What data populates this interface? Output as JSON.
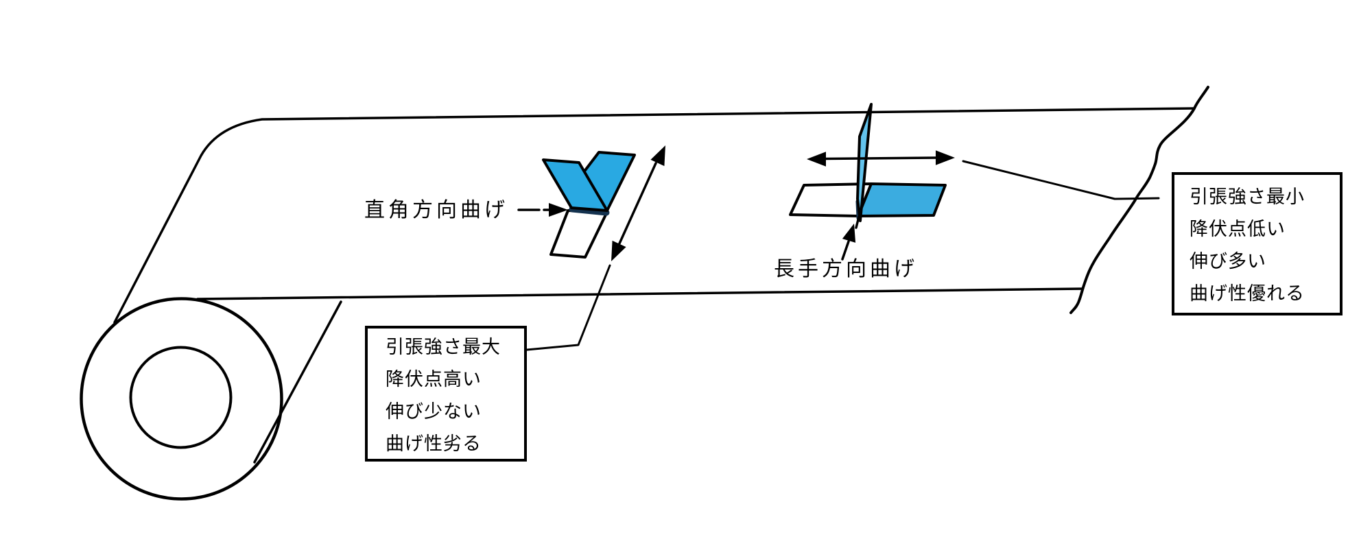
{
  "figure": {
    "background_color": "#ffffff",
    "ink_color": "#000000",
    "colors": {
      "specimen_blue": "#29A9E2",
      "standing_strip_blue": "#62C3ED",
      "lying_strip_blue": "#3BACE0",
      "fold_edge_dark": "#14324F"
    },
    "labels": {
      "perpendicular_bend": "直角方向曲げ",
      "longitudinal_bend": "長手方向曲げ"
    },
    "left_callout": {
      "lines": [
        "引張強さ最大",
        "降伏点高い",
        "伸び少ない",
        "曲げ性劣る"
      ]
    },
    "right_callout": {
      "lines": [
        "引張強さ最小",
        "降伏点低い",
        "伸び多い",
        "曲げ性優れる"
      ]
    }
  }
}
